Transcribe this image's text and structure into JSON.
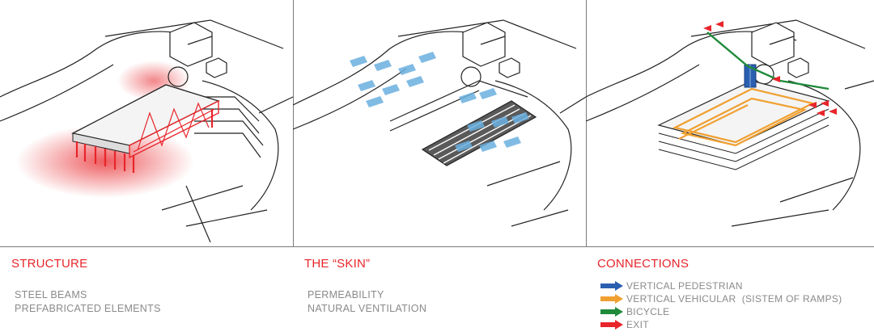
{
  "panels": [
    {
      "title": "STRUCTURE",
      "lines": [
        "STEEL BEAMS",
        "PREFABRICATED ELEMENTS"
      ],
      "highlight_color": "#e8252a"
    },
    {
      "title": "THE “SKIN”",
      "lines": [
        "PERMEABILITY",
        "NATURAL VENTILATION"
      ],
      "highlight_color": "#6ab0e0"
    },
    {
      "title": "CONNECTIONS",
      "legend": [
        {
          "label": "VERTICAL PEDESTRIAN",
          "color": "#2a5fb0",
          "icon": "blue-arrow-icon"
        },
        {
          "label": "VERTICAL VEHICULAR  (SISTEM OF RAMPS)",
          "color": "#f0a030",
          "icon": "orange-arrow-icon"
        },
        {
          "label": "BICYCLE",
          "color": "#1f8a3a",
          "icon": "green-arrow-icon"
        },
        {
          "label": "EXIT",
          "color": "#e8252a",
          "icon": "red-arrow-icon"
        }
      ]
    }
  ]
}
